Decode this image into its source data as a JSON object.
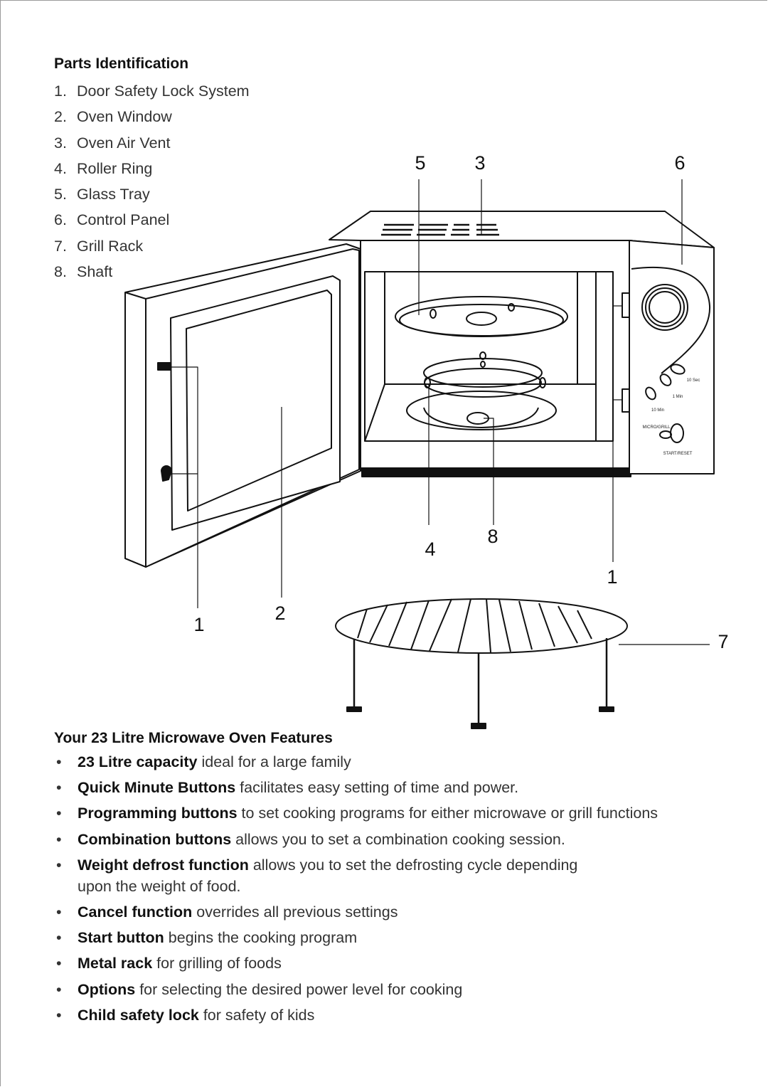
{
  "parts": {
    "title": "Parts Identification",
    "items": [
      {
        "num": "1.",
        "label": "Door Safety Lock System"
      },
      {
        "num": "2.",
        "label": "Oven Window"
      },
      {
        "num": "3.",
        "label": "Oven Air Vent"
      },
      {
        "num": "4.",
        "label": "Roller Ring"
      },
      {
        "num": "5.",
        "label": "Glass Tray"
      },
      {
        "num": "6.",
        "label": "Control Panel"
      },
      {
        "num": "7.",
        "label": "Grill Rack"
      },
      {
        "num": "8.",
        "label": "Shaft"
      }
    ]
  },
  "diagram": {
    "callouts": {
      "c5": "5",
      "c3": "3",
      "c6": "6",
      "c4": "4",
      "c8": "8",
      "c1_right": "1",
      "c1_left": "1",
      "c2": "2",
      "c7": "7"
    },
    "panel_labels": {
      "sec10": "10 Sec",
      "min1": "1 Min",
      "min10": "10 Min",
      "micro_grill": "MICRO/GRILL",
      "start_reset": "START/RESET"
    }
  },
  "features": {
    "title": "Your 23 Litre Microwave Oven Features",
    "bullet": "•",
    "items": [
      {
        "bold": "23 Litre capacity",
        "text": " ideal for a large family"
      },
      {
        "bold": "Quick Minute Buttons",
        "text": " facilitates easy setting of time and power."
      },
      {
        "bold": "Programming buttons",
        "text": " to set cooking programs for either microwave or grill functions"
      },
      {
        "bold": "Combination buttons",
        "text": " allows you to set a combination cooking session."
      },
      {
        "bold": "Weight defrost function",
        "text": " allows you to set the defrosting cycle depending",
        "cont": "upon the weight of food."
      },
      {
        "bold": "Cancel function",
        "text": " overrides all previous settings"
      },
      {
        "bold": "Start button",
        "text": " begins the cooking program"
      },
      {
        "bold": "Metal rack",
        "text": " for grilling of foods"
      },
      {
        "bold": "Options",
        "text": " for selecting the desired power level for cooking"
      },
      {
        "bold": "Child safety lock",
        "text": " for safety of kids"
      }
    ]
  }
}
